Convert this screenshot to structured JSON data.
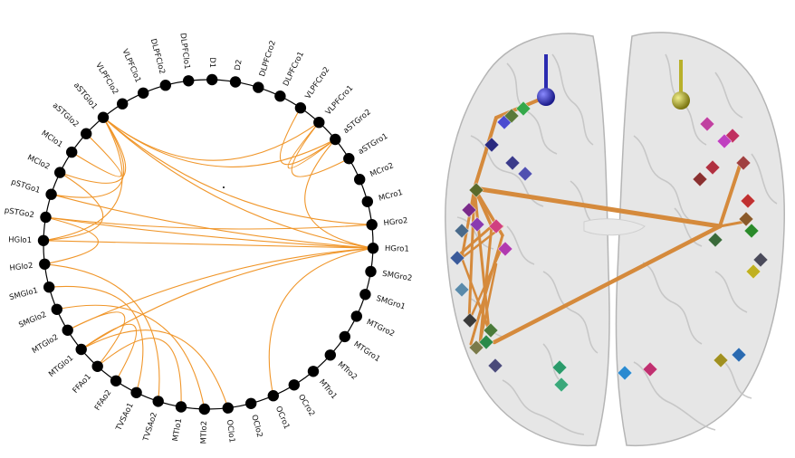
{
  "colors": {
    "node": "#000000",
    "ring": "#000000",
    "edge": "#f0962a",
    "brain_fill": "#dcdcdc",
    "brain_stroke": "#b9b9b9",
    "brain_edge": "#d58a3c"
  },
  "circle": {
    "nodes": [
      "D2",
      "DLPFCro2",
      "DLPFCro1",
      "VLPFCro2",
      "VLPFCro1",
      "aSTGro2",
      "aSTGro1",
      "MCro2",
      "MCro1",
      "HGro2",
      "HGro1",
      "SMGro2",
      "SMGro1",
      "MTGro2",
      "MTGro1",
      "MTro2",
      "MTro1",
      "OCro2",
      "OCro1",
      "OClo2",
      "OClo1",
      "MTlo2",
      "MTlo1",
      "TVSAo2",
      "TVSAo1",
      "FFAo2",
      "FFAo1",
      "MTGlo1",
      "MTGlo2",
      "SMGlo2",
      "SMGlo1",
      "HGlo2",
      "HGlo1",
      "pSTGo2",
      "pSTGo1",
      "MClo2",
      "MClo1",
      "aSTGlo2",
      "aSTGlo1",
      "VLPFClo2",
      "VLPFClo1",
      "DLPFClo2",
      "DLPFClo1",
      "D1"
    ],
    "edges": [
      [
        "aSTGlo1",
        "HGro1"
      ],
      [
        "aSTGlo1",
        "HGro2"
      ],
      [
        "aSTGlo1",
        "aSTGro2"
      ],
      [
        "aSTGlo1",
        "VLPFCro1"
      ],
      [
        "aSTGlo1",
        "pSTGo1"
      ],
      [
        "aSTGlo1",
        "HGlo1"
      ],
      [
        "aSTGlo2",
        "MClo1"
      ],
      [
        "VLPFCro2",
        "aSTGro2"
      ],
      [
        "VLPFCro1",
        "aSTGro2"
      ],
      [
        "aSTGro2",
        "HGro1"
      ],
      [
        "HGro1",
        "pSTGo1"
      ],
      [
        "HGro1",
        "pSTGo2"
      ],
      [
        "HGro1",
        "HGlo1"
      ],
      [
        "HGro1",
        "MTGlo1"
      ],
      [
        "HGro1",
        "OCro1"
      ],
      [
        "HGro2",
        "pSTGo2"
      ],
      [
        "HGro1",
        "MTGlo2"
      ],
      [
        "HGlo1",
        "MClo2"
      ],
      [
        "HGlo2",
        "pSTGo2"
      ],
      [
        "MTGlo1",
        "FFAo2"
      ],
      [
        "MTGlo2",
        "FFAo1"
      ],
      [
        "SMGlo1",
        "TVSAo1"
      ],
      [
        "SMGlo2",
        "MTlo2"
      ],
      [
        "FFAo1",
        "MTlo1"
      ],
      [
        "MTGlo1",
        "OClo1"
      ],
      [
        "HGlo2",
        "TVSAo2"
      ],
      [
        "aSTGlo1",
        "MClo2"
      ],
      [
        "VLPFCro1",
        "aSTGro1"
      ]
    ]
  },
  "brain": {
    "left_pin_color": "#2b2bb0",
    "right_pin_color": "#b8b02a",
    "markers": [
      {
        "id": "m1",
        "color": "#4a4ad0"
      },
      {
        "id": "m2",
        "color": "#34a84a"
      },
      {
        "id": "m3",
        "color": "#5a7a3a"
      },
      {
        "id": "m4",
        "color": "#2a2a80"
      },
      {
        "id": "m5",
        "color": "#3a3a8a"
      },
      {
        "id": "m6",
        "color": "#5050b0"
      },
      {
        "id": "m7",
        "color": "#5a6a2a"
      },
      {
        "id": "m8",
        "color": "#7a2a8a"
      },
      {
        "id": "m9",
        "color": "#8a3ab0"
      },
      {
        "id": "m10",
        "color": "#b03ab0"
      },
      {
        "id": "m11",
        "color": "#4a6a8a"
      },
      {
        "id": "m12",
        "color": "#3a5a9a"
      },
      {
        "id": "m13",
        "color": "#5a8aaa"
      },
      {
        "id": "m14",
        "color": "#3a3a3a"
      },
      {
        "id": "m15",
        "color": "#4a7a3a"
      },
      {
        "id": "m16",
        "color": "#2a8a4a"
      },
      {
        "id": "m17",
        "color": "#7a7a4a"
      },
      {
        "id": "m18",
        "color": "#4a4a7a"
      },
      {
        "id": "m19",
        "color": "#2a9a6a"
      },
      {
        "id": "m20",
        "color": "#3aa87a"
      },
      {
        "id": "m21",
        "color": "#c040a0"
      },
      {
        "id": "m22",
        "color": "#c03060"
      },
      {
        "id": "m23",
        "color": "#c040c0"
      },
      {
        "id": "m24",
        "color": "#b03040"
      },
      {
        "id": "m25",
        "color": "#8a3030"
      },
      {
        "id": "m26",
        "color": "#a04040"
      },
      {
        "id": "m27",
        "color": "#c03030"
      },
      {
        "id": "m28",
        "color": "#8a5a2a"
      },
      {
        "id": "m29",
        "color": "#2a8a2a"
      },
      {
        "id": "m30",
        "color": "#3a6a3a"
      },
      {
        "id": "m31",
        "color": "#4a4a5a"
      },
      {
        "id": "m32",
        "color": "#c0b020"
      },
      {
        "id": "m33",
        "color": "#a09020"
      },
      {
        "id": "m34",
        "color": "#2a6ab0"
      },
      {
        "id": "m35",
        "color": "#2a8ad0"
      },
      {
        "id": "m36",
        "color": "#c03070"
      },
      {
        "id": "m37",
        "color": "#d04080"
      }
    ]
  }
}
